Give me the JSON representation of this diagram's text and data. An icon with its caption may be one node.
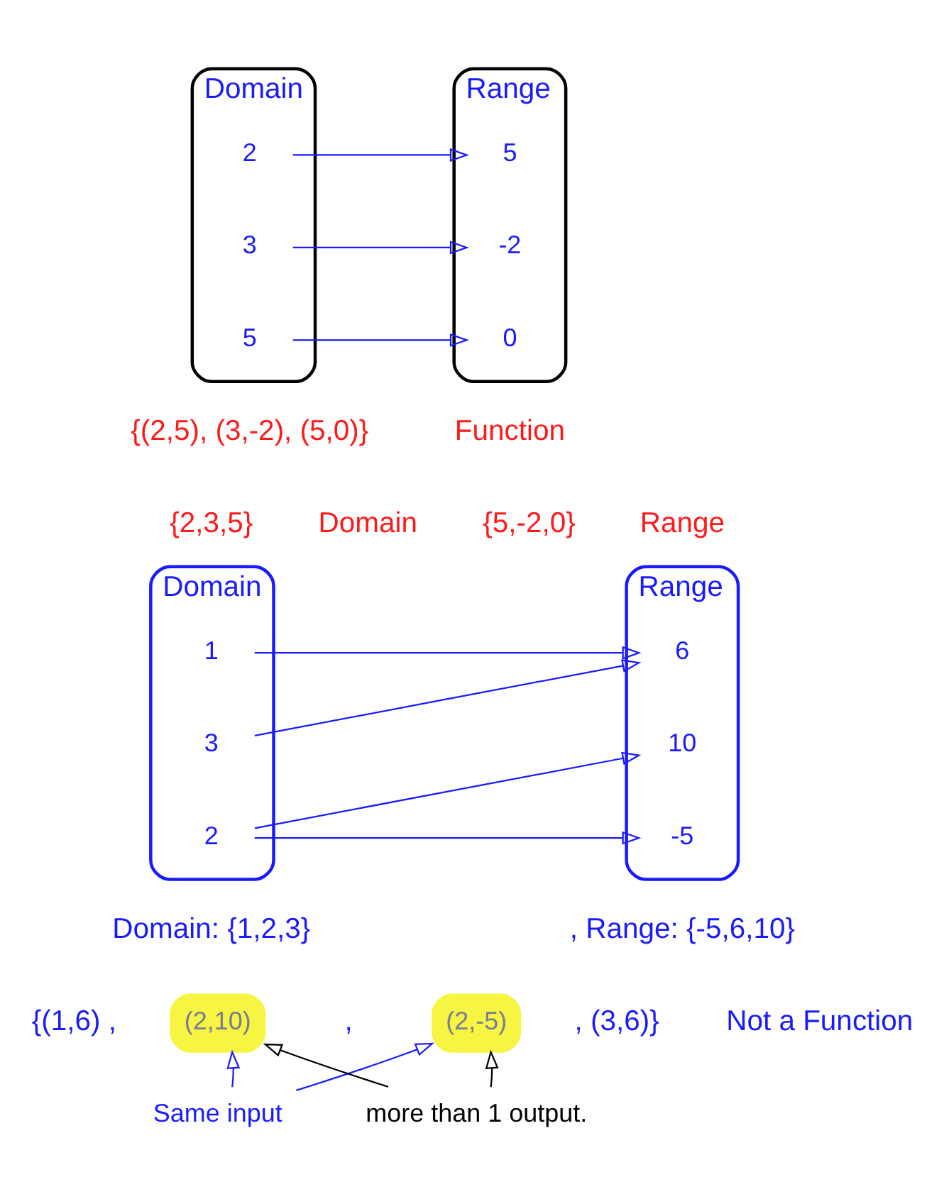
{
  "diagram": {
    "nodes": [
      {
        "text": [
          "Domain"
        ]
      },
      {
        "text": [
          "2"
        ],
        "in": 0
      },
      {
        "text": [
          "3"
        ],
        "in": 0
      },
      {
        "text": [
          "5"
        ],
        "in": 0
      },
      {
        "text": [
          "Range"
        ]
      },
      {
        "text": [
          "5"
        ],
        "in": 4
      },
      {
        "text": [
          "-2"
        ],
        "in": 4
      },
      {
        "text": [
          "0"
        ],
        "in": 4
      },
      {
        "text": [
          "Domain"
        ]
      },
      {
        "text": [
          "1"
        ],
        "in": 8
      },
      {
        "text": [
          "3"
        ],
        "in": 8
      },
      {
        "text": [
          "2"
        ],
        "in": 8
      },
      {
        "text": [
          "Range"
        ]
      },
      {
        "text": [
          "6"
        ],
        "in": 12
      },
      {
        "text": [
          "10"
        ],
        "in": 12
      },
      {
        "text": [
          "-5"
        ],
        "in": 12
      },
      {
        "text": [
          "(2,10)"
        ]
      },
      {
        "text": [
          "(2,-5)"
        ]
      },
      {
        "text": [
          "Same input"
        ]
      },
      {
        "text": [
          "more than 1 output."
        ]
      }
    ],
    "edges": [
      {
        "from": 1,
        "to": 5,
        "arrow": "to"
      },
      {
        "from": 2,
        "to": 6,
        "arrow": "to"
      },
      {
        "from": 3,
        "to": 7,
        "arrow": "to"
      },
      {
        "from": 9,
        "to": 13,
        "arrow": "to"
      },
      {
        "from": 10,
        "to": 13,
        "arrow": "to"
      },
      {
        "from": 11,
        "to": 14,
        "arrow": "to"
      },
      {
        "from": 11,
        "to": 15,
        "arrow": "to"
      },
      {
        "from": 18,
        "to": 16,
        "arrow": "to"
      },
      {
        "from": 18,
        "to": 17,
        "arrow": "to"
      },
      {
        "from": 19,
        "to": 16,
        "arrow": "to",
        "color": "#000000"
      },
      {
        "from": 19,
        "to": 17,
        "arrow": "to",
        "color": "#000000"
      }
    ],
    "labels": [
      "{(2,5), (3,-2), (5,0)}",
      "Function",
      "{2,3,5}",
      "Domain",
      "{5,-2,0}",
      "Range",
      "Domain: {1,2,3}",
      ", Range: {-5,6,10}",
      "{(1,6) ,",
      ",",
      ", (3,6)}",
      "Not a Function"
    ]
  }
}
